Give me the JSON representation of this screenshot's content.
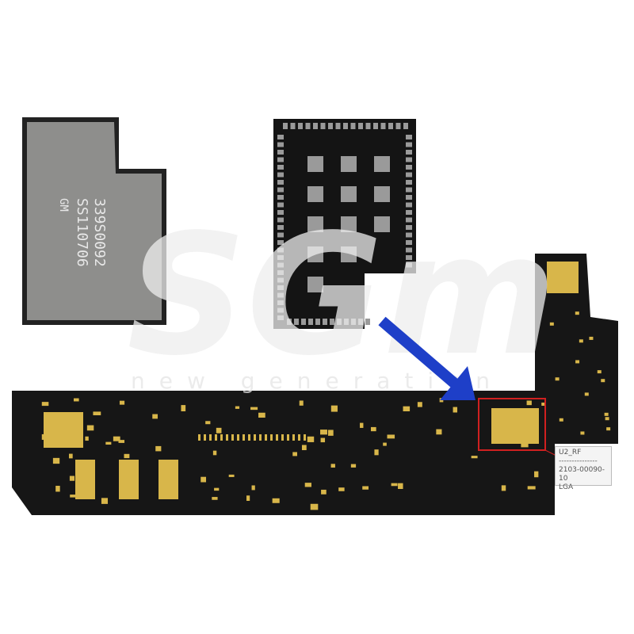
{
  "chip_marking": {
    "line1": "339S0092",
    "line2": "SS110706",
    "line3": "GM"
  },
  "watermark": {
    "logo": "SGm",
    "tagline": "new generation"
  },
  "part_label": {
    "ref": "U2_RF",
    "separator": "---------------",
    "part_number": "2103-00090-10",
    "package": "LGA"
  },
  "colors": {
    "board": "#111111",
    "pads": "#d8b64a",
    "arrow": "#1e3fc8",
    "highlight": "#d02020"
  }
}
